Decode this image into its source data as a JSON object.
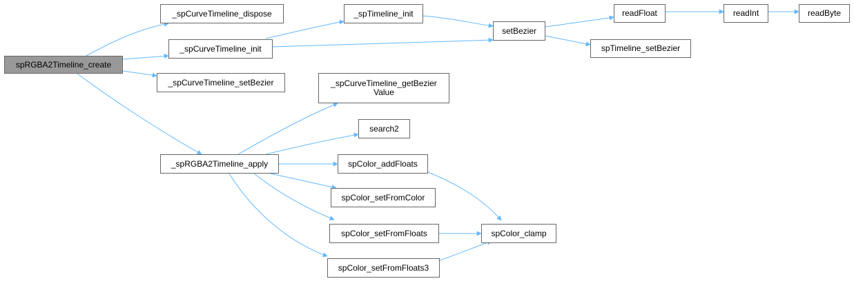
{
  "graph": {
    "edge_color": "#63b8ff",
    "root_fill": "#999999",
    "node_border": "#666666",
    "nodes": {
      "root": "spRGBA2Timeline_create",
      "curve_dispose": "_spCurveTimeline_dispose",
      "curve_init": "_spCurveTimeline_init",
      "curve_setBezier": "_spCurveTimeline_setBezier",
      "rgba2_apply": "_spRGBA2Timeline_apply",
      "timeline_init": "_spTimeline_init",
      "setBezier": "setBezier",
      "readFloat": "readFloat",
      "readInt": "readInt",
      "readByte": "readByte",
      "spTimeline_setBezier": "spTimeline_setBezier",
      "getBezierValue_1": "_spCurveTimeline_getBezier",
      "getBezierValue_2": "Value",
      "search2": "search2",
      "addFloats": "spColor_addFloats",
      "setFromColor": "spColor_setFromColor",
      "setFromFloats": "spColor_setFromFloats",
      "setFromFloats3": "spColor_setFromFloats3",
      "clamp": "spColor_clamp"
    }
  }
}
